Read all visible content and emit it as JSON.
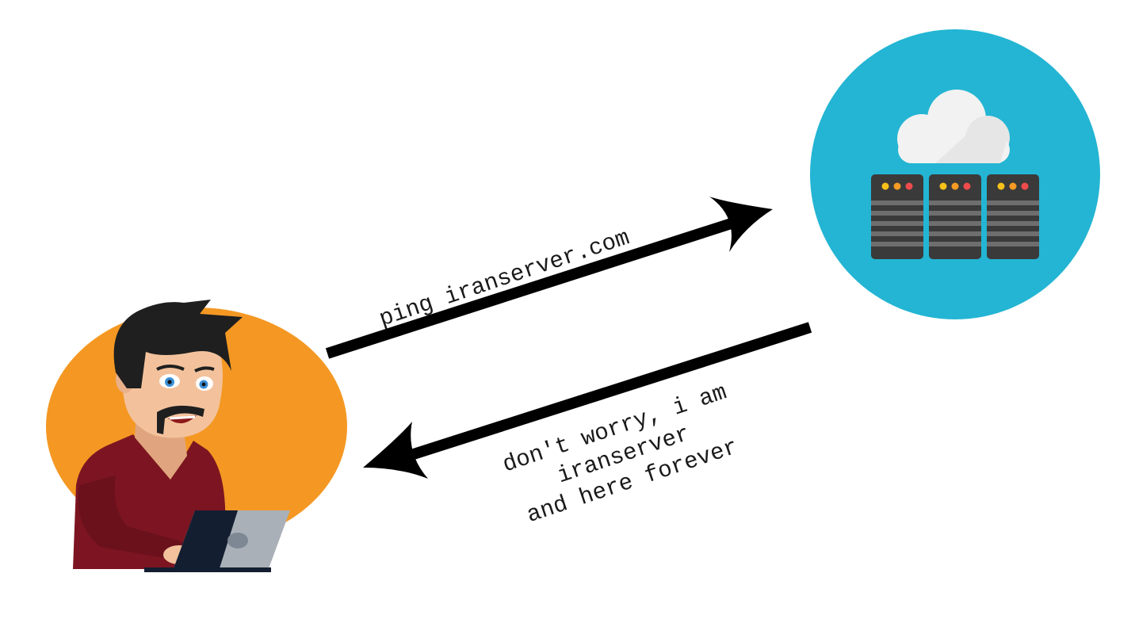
{
  "request": {
    "text": "ping iranserver.com"
  },
  "response": {
    "lines": [
      "don't worry, i am",
      "iranserver",
      "and here forever"
    ]
  },
  "nodes": {
    "client": {
      "icon": "user-with-laptop-icon"
    },
    "server": {
      "icon": "cloud-server-icon"
    }
  },
  "colors": {
    "background": "#ffffff",
    "client_circle": "#f49823",
    "server_circle": "#23b5d3",
    "arrow": "#000000",
    "server_rack": "#3a3a3a",
    "server_stripe": "#6e6e6e",
    "cloud": "#f2f2f2",
    "shirt": "#7c1521",
    "skin": "#f3c29c",
    "hair": "#1f1f1f",
    "laptop_back": "#aab0b7",
    "laptop_screen": "#141e31"
  }
}
